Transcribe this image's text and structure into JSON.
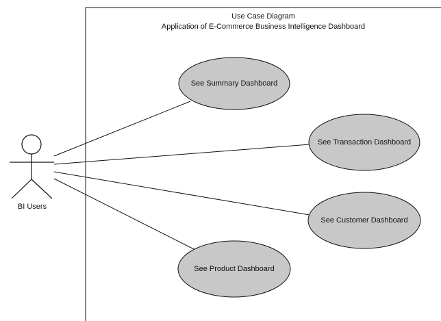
{
  "diagram": {
    "title": "Use Case Diagram",
    "subtitle": "Application of E-Commerce Business Intelligence Dashboard"
  },
  "actor": {
    "label": "BI Users"
  },
  "use_cases": [
    {
      "label": "See Summary Dashboard"
    },
    {
      "label": "See Transaction Dashboard"
    },
    {
      "label": "See Customer Dashboard"
    },
    {
      "label": "See Product Dashboard"
    }
  ],
  "colors": {
    "use_case_fill": "#c8c8c8",
    "stroke": "#111111",
    "background": "#ffffff"
  }
}
